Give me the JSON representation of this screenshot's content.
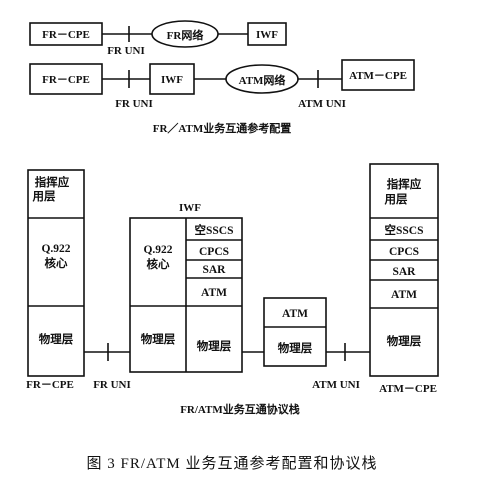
{
  "top_config": {
    "row1": {
      "fr_cpe": "FR－CPE",
      "fr_network": "FR网络",
      "iwf": "IWF",
      "interface_label": "FR  UNI"
    },
    "row2": {
      "fr_cpe": "FR－CPE",
      "iwf": "IWF",
      "atm_network": "ATM网络",
      "atm_cpe": "ATM－CPE",
      "fr_interface": "FR  UNI",
      "atm_interface": "ATM  UNI"
    },
    "caption": "FR／ATM业务互通参考配置"
  },
  "protocol_stack": {
    "fr_cpe": {
      "app_top": "指挥应",
      "app_bottom": "用层",
      "q922": "Q.922",
      "core": "核心",
      "physical": "物理层",
      "label": "FR－CPE"
    },
    "iwf": {
      "title": "IWF",
      "q922": "Q.922",
      "core": "核心",
      "null_sscs": "空SSCS",
      "cpcs": "CPCS",
      "sar": "SAR",
      "atm": "ATM",
      "physical_left": "物理层",
      "physical_right": "物理层"
    },
    "atm_switch": {
      "atm": "ATM",
      "physical": "物理层"
    },
    "atm_cpe": {
      "app_top": "指挥应",
      "app_bottom": "用层",
      "null_sscs": "空SSCS",
      "cpcs": "CPCS",
      "sar": "SAR",
      "atm": "ATM",
      "physical": "物理层",
      "label": "ATM－CPE"
    },
    "fr_uni_label": "FR  UNI",
    "atm_uni_label": "ATM  UNI",
    "caption": "FR/ATM业务互通协议栈"
  },
  "figure_caption": "图 3   FR/ATM 业务互通参考配置和协议栈"
}
